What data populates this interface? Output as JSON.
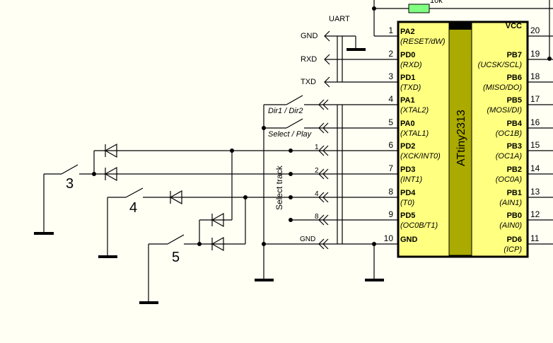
{
  "title": "ATtiny2313 schematic",
  "chip": {
    "name": "ATtiny2313",
    "body_color": "#ffff80",
    "core_color": "#aaaa00",
    "left_pins": [
      {
        "num": "1",
        "name": "PA2",
        "alt": "(RESET/dW)"
      },
      {
        "num": "2",
        "name": "PD0",
        "alt": "(RXD)"
      },
      {
        "num": "3",
        "name": "PD1",
        "alt": "(TXD)"
      },
      {
        "num": "4",
        "name": "PA1",
        "alt": "(XTAL2)"
      },
      {
        "num": "5",
        "name": "PA0",
        "alt": "(XTAL1)"
      },
      {
        "num": "6",
        "name": "PD2",
        "alt": "(XCK/INT0)"
      },
      {
        "num": "7",
        "name": "PD3",
        "alt": "(INT1)"
      },
      {
        "num": "8",
        "name": "PD4",
        "alt": "(T0)"
      },
      {
        "num": "9",
        "name": "PD5",
        "alt": "(OC0B/T1)"
      },
      {
        "num": "10",
        "name": "GND",
        "alt": ""
      }
    ],
    "right_pins": [
      {
        "num": "20",
        "name": "VCC",
        "alt": ""
      },
      {
        "num": "19",
        "name": "PB7",
        "alt": "(UCSK/SCL)"
      },
      {
        "num": "18",
        "name": "PB6",
        "alt": "(MISO/DO)"
      },
      {
        "num": "17",
        "name": "PB5",
        "alt": "(MOSI/DI)"
      },
      {
        "num": "16",
        "name": "PB4",
        "alt": "(OC1B)"
      },
      {
        "num": "15",
        "name": "PB3",
        "alt": "(OC1A)"
      },
      {
        "num": "14",
        "name": "PB2",
        "alt": "(OC0A)"
      },
      {
        "num": "13",
        "name": "PB1",
        "alt": "(AIN1)"
      },
      {
        "num": "12",
        "name": "PB0",
        "alt": "(AIN0)"
      },
      {
        "num": "11",
        "name": "PD6",
        "alt": "(ICP)"
      }
    ]
  },
  "resistor": {
    "label": "10k",
    "color": "#80ff80"
  },
  "uart": {
    "title": "UART",
    "signals": [
      "GND",
      "RXD",
      "TXD"
    ]
  },
  "connector2": {
    "labels": [
      "1",
      "2",
      "4",
      "8",
      "GND"
    ]
  },
  "switches": {
    "dir": "Dir1 / Dir2",
    "select": "Select / Play",
    "track_group": "Select track",
    "numbered": [
      "3",
      "4",
      "5"
    ]
  }
}
